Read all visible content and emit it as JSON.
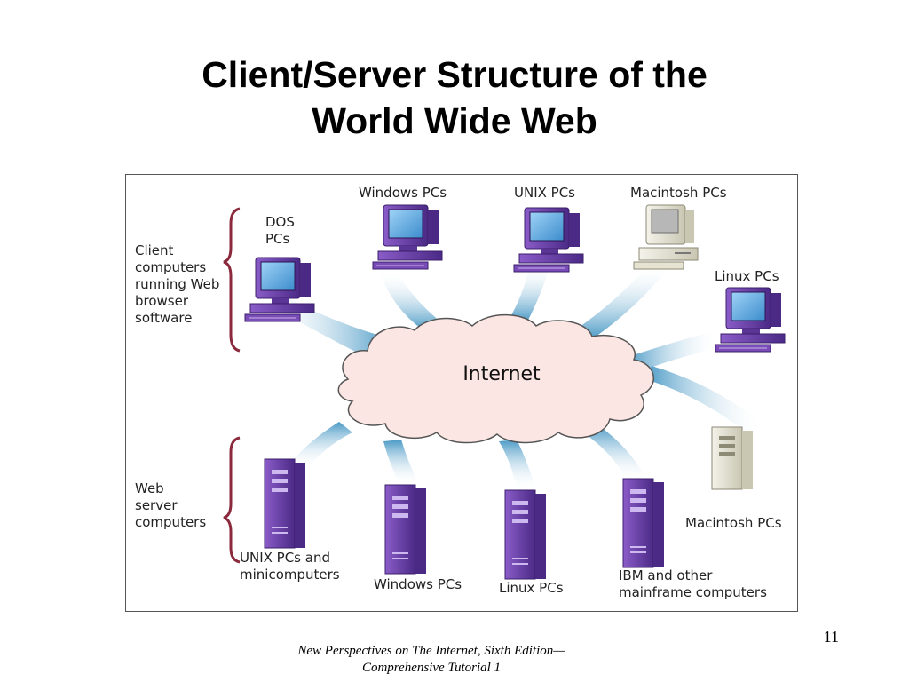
{
  "slide": {
    "title_line1": "Client/Server Structure of the",
    "title_line2": "World Wide Web",
    "page_number": "11",
    "footer_line1": "New Perspectives on The Internet, Sixth Edition—",
    "footer_line2": "Comprehensive Tutorial 1"
  },
  "diagram": {
    "center": "Internet",
    "groups": {
      "clients": [
        "Client",
        "computers",
        "running Web",
        "browser",
        "software"
      ],
      "servers": [
        "Web",
        "server",
        "computers"
      ]
    },
    "client_computers": [
      {
        "id": "dos",
        "label_lines": [
          "DOS",
          "PCs"
        ],
        "icon": "desktop-pc-icon"
      },
      {
        "id": "windows",
        "label_lines": [
          "Windows PCs"
        ],
        "icon": "desktop-pc-icon"
      },
      {
        "id": "unix",
        "label_lines": [
          "UNIX PCs"
        ],
        "icon": "desktop-pc-icon"
      },
      {
        "id": "macintosh",
        "label_lines": [
          "Macintosh PCs"
        ],
        "icon": "macintosh-computer-icon"
      },
      {
        "id": "linux",
        "label_lines": [
          "Linux PCs"
        ],
        "icon": "desktop-pc-icon"
      }
    ],
    "server_computers": [
      {
        "id": "unix-mini",
        "label_lines": [
          "UNIX PCs and",
          "minicomputers"
        ],
        "icon": "server-tower-icon"
      },
      {
        "id": "windows",
        "label_lines": [
          "Windows PCs"
        ],
        "icon": "server-tower-icon"
      },
      {
        "id": "linux",
        "label_lines": [
          "Linux PCs"
        ],
        "icon": "server-tower-icon"
      },
      {
        "id": "ibm",
        "label_lines": [
          "IBM and other",
          "mainframe computers"
        ],
        "icon": "server-tower-icon"
      },
      {
        "id": "macintosh",
        "label_lines": [
          "Macintosh PCs"
        ],
        "icon": "macintosh-server-icon"
      }
    ],
    "colors": {
      "cloud_fill": "#fbe6e3",
      "cloud_stroke": "#555555",
      "beam": "#3f93c2",
      "brace": "#8a2a3c",
      "computer_purple": "#6a3fa6",
      "screen_blue": "#5aa7e0",
      "mac_beige": "#e8e6d8"
    }
  }
}
